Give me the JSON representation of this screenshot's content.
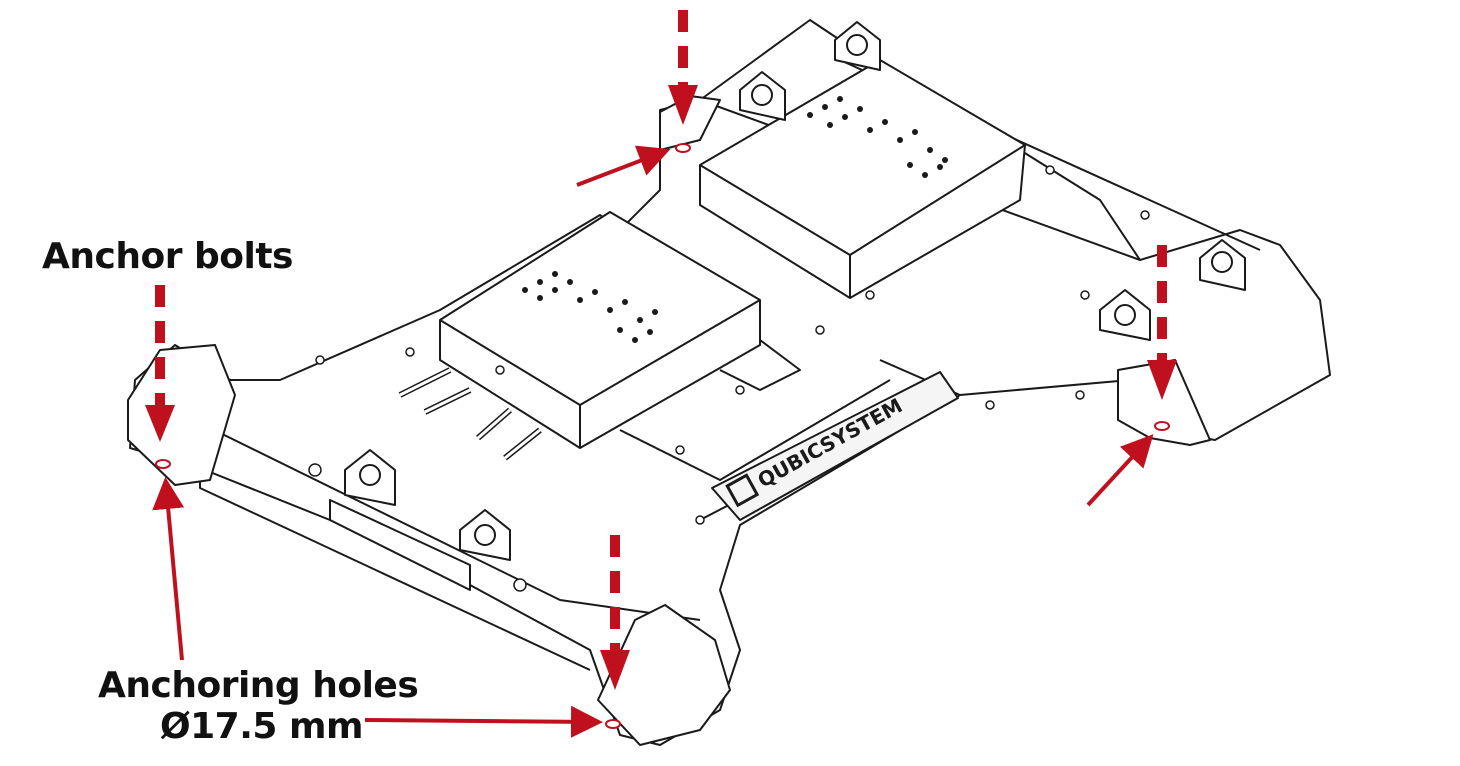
{
  "labels": {
    "anchor_bolts": "Anchor bolts",
    "anchoring_holes": "Anchoring holes",
    "hole_diameter": "Ø17.5 mm"
  },
  "plate_branding": "QUBICSYSTEM",
  "colors": {
    "arrow": "#c0101e",
    "line": "#1a1a1a",
    "fill": "#ffffff"
  }
}
